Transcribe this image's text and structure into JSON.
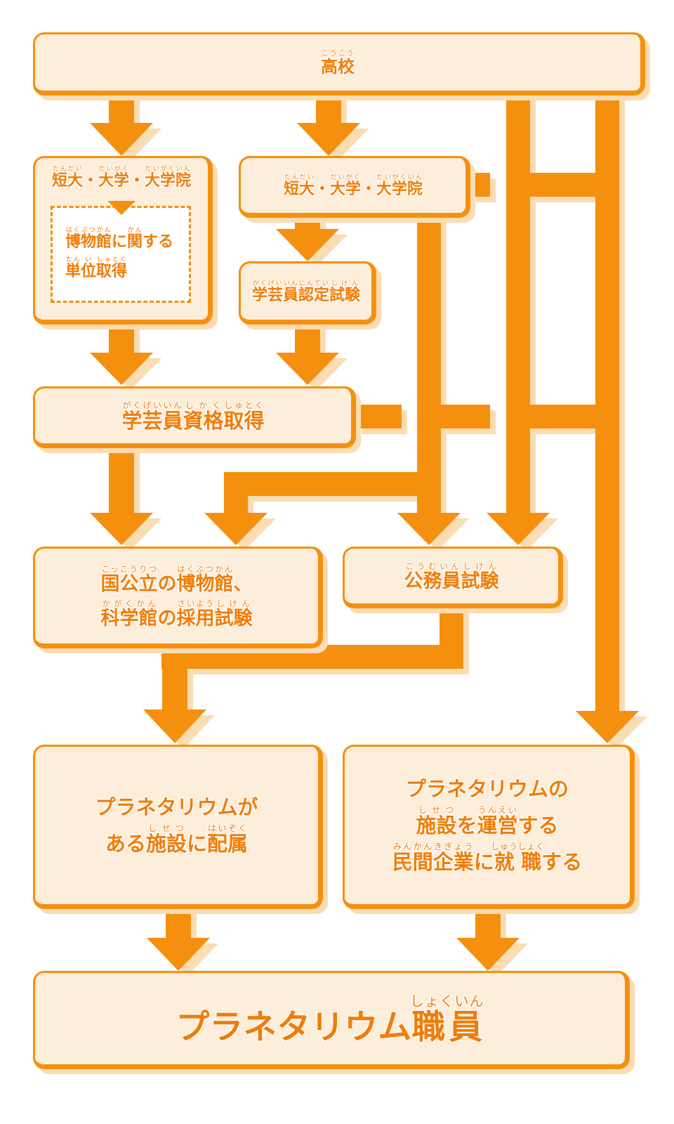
{
  "diagram": {
    "title": "プラネタリウム職員になるまでの進路",
    "colors": {
      "box_fill": "#fdeedb",
      "border_accent": "#f5900f",
      "shadow": "#fbdcb3",
      "text": "#f07d0a"
    },
    "nodes": {
      "high_school": {
        "lines": [
          [
            {
              "text": "高校",
              "ruby": "こうこう"
            }
          ]
        ]
      },
      "university_left": {
        "lines": [
          [
            {
              "text": "短大",
              "ruby": "たんだい"
            },
            {
              "text": "・"
            },
            {
              "text": "大学",
              "ruby": "だいがく"
            },
            {
              "text": "・"
            },
            {
              "text": "大学院",
              "ruby": "だいがくいん"
            }
          ]
        ],
        "sub_box": {
          "lines": [
            [
              {
                "text": "博物館",
                "ruby": "はくぶつかん"
              },
              {
                "text": "に"
              },
              {
                "text": "関",
                "ruby": "かん"
              },
              {
                "text": "する"
              }
            ],
            [
              {
                "text": "単",
                "ruby": "たん"
              },
              {
                "text": "位",
                "ruby": "い"
              },
              {
                "text": "取得",
                "ruby": "しゅとく"
              }
            ]
          ]
        }
      },
      "university_right": {
        "lines": [
          [
            {
              "text": "短大",
              "ruby": "たんだい"
            },
            {
              "text": "・"
            },
            {
              "text": "大学",
              "ruby": "だいがく"
            },
            {
              "text": "・"
            },
            {
              "text": "大学院",
              "ruby": "だいがくいん"
            }
          ]
        ]
      },
      "curator_exam": {
        "lines": [
          [
            {
              "text": "学芸員",
              "ruby": "がくげいいん"
            },
            {
              "text": "認定",
              "ruby": "にんてい"
            },
            {
              "text": "試験",
              "ruby": "しけん"
            }
          ]
        ]
      },
      "curator_qualification": {
        "lines": [
          [
            {
              "text": "学芸員",
              "ruby": "がくげいいん"
            },
            {
              "text": "資格",
              "ruby": "しかく"
            },
            {
              "text": "取得",
              "ruby": "しゅとく"
            }
          ]
        ]
      },
      "public_museum_exam": {
        "lines": [
          [
            {
              "text": "国公立",
              "ruby": "こっこうりつ"
            },
            {
              "text": "の"
            },
            {
              "text": "博物館",
              "ruby": "はくぶつかん"
            },
            {
              "text": "、"
            }
          ],
          [
            {
              "text": "科学館",
              "ruby": "かがくかん"
            },
            {
              "text": "の"
            },
            {
              "text": "採用",
              "ruby": "さいよう"
            },
            {
              "text": "試験",
              "ruby": "しけん"
            }
          ]
        ]
      },
      "civil_service_exam": {
        "lines": [
          [
            {
              "text": "公務員",
              "ruby": "こうむいん"
            },
            {
              "text": "試験",
              "ruby": "しけん"
            }
          ]
        ]
      },
      "assigned_facility": {
        "lines": [
          [
            {
              "text": "プラネタリウムが"
            }
          ],
          [
            {
              "text": "ある"
            },
            {
              "text": "施設",
              "ruby": "しせつ"
            },
            {
              "text": "に"
            },
            {
              "text": "配属",
              "ruby": "はいぞく"
            }
          ]
        ]
      },
      "private_company": {
        "lines": [
          [
            {
              "text": "プラネタリウムの"
            }
          ],
          [
            {
              "text": "施設",
              "ruby": "しせつ"
            },
            {
              "text": "を"
            },
            {
              "text": "運営",
              "ruby": "うんえい"
            },
            {
              "text": "する"
            }
          ],
          [
            {
              "text": "民間",
              "ruby": "みんかん"
            },
            {
              "text": "企業",
              "ruby": "きぎょう"
            },
            {
              "text": "に"
            },
            {
              "text": "就職",
              "ruby": "しゅうしょく"
            },
            {
              "text": "する"
            }
          ]
        ]
      },
      "planetarium_staff": {
        "lines": [
          [
            {
              "text": "プラネタリウム"
            },
            {
              "text": "職員",
              "ruby": "しょくいん"
            }
          ]
        ]
      }
    },
    "edges": [
      {
        "from": "high_school",
        "to": "university_left"
      },
      {
        "from": "high_school",
        "to": "university_right"
      },
      {
        "from": "high_school",
        "to": "civil_service_exam"
      },
      {
        "from": "high_school",
        "to": "private_company"
      },
      {
        "from": "university_left",
        "to": "curator_qualification"
      },
      {
        "from": "university_right",
        "to": "curator_exam"
      },
      {
        "from": "university_right",
        "to": "civil_service_exam"
      },
      {
        "from": "university_right",
        "to": "public_museum_exam"
      },
      {
        "from": "university_right",
        "to": "private_company"
      },
      {
        "from": "curator_exam",
        "to": "curator_qualification"
      },
      {
        "from": "curator_qualification",
        "to": "public_museum_exam"
      },
      {
        "from": "curator_qualification",
        "to": "civil_service_exam"
      },
      {
        "from": "curator_qualification",
        "to": "private_company"
      },
      {
        "from": "public_museum_exam",
        "to": "assigned_facility"
      },
      {
        "from": "civil_service_exam",
        "to": "assigned_facility"
      },
      {
        "from": "assigned_facility",
        "to": "planetarium_staff"
      },
      {
        "from": "private_company",
        "to": "planetarium_staff"
      }
    ]
  }
}
